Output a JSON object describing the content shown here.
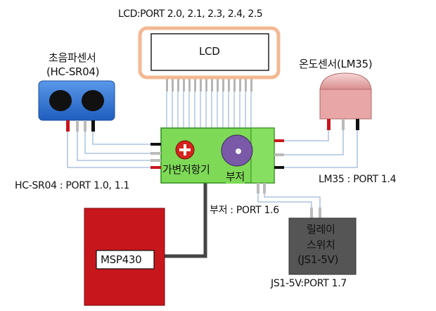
{
  "lcd": {
    "port_label": "LCD:PORT 2.0, 2.1, 2.3, 2.4, 2.5",
    "name": "LCD"
  },
  "ultrasonic": {
    "name": "초음파센서",
    "model": "(HC-SR04)",
    "port_label": "HC-SR04 : PORT 1.0, 1.1"
  },
  "temperature": {
    "name": "온도센서(LM35)",
    "port_label": "LM35 : PORT 1.4"
  },
  "board": {
    "potentiometer_label": "가변저항기",
    "buzzer_label": "부저"
  },
  "buzzer": {
    "port_label": "부저 : PORT 1.6"
  },
  "mcu": {
    "name": "MSP430"
  },
  "relay": {
    "line1": "릴레이",
    "line2": "스위치",
    "line3": "(JS1-5V)",
    "port_label": "JS1-5V:PORT 1.7"
  },
  "colors": {
    "lcd_border": "#f3b893",
    "board": "#7ed957",
    "mcu": "#c8161d",
    "relay": "#555555",
    "ultrasonic": "#2f6fd6",
    "temp_sensor": "#e8a6a6",
    "wire": "#9db7d9"
  }
}
